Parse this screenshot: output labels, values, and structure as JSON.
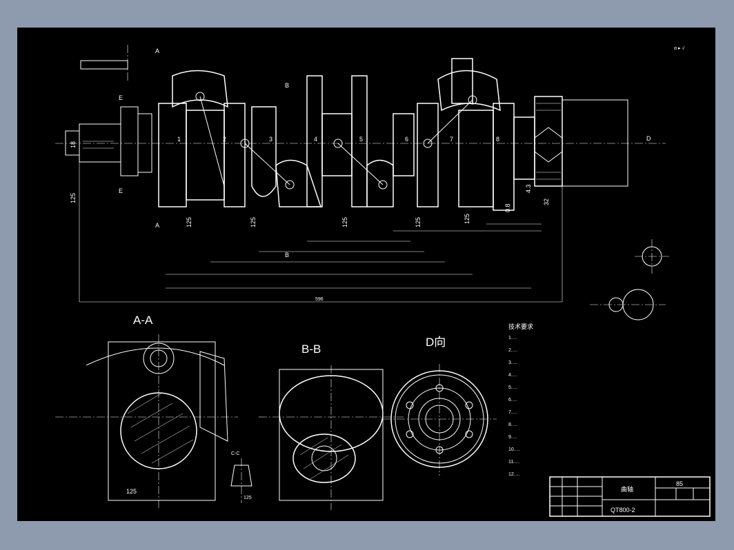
{
  "corner_mark": "α ▸ √",
  "main_view": {
    "labels": [
      "A",
      "A",
      "B",
      "B",
      "E",
      "E",
      "D"
    ],
    "journal_numbers": [
      "1",
      "2",
      "3",
      "4",
      "5",
      "6",
      "7",
      "8"
    ],
    "dims": [
      "125",
      "125",
      "125",
      "125",
      "125",
      "125",
      "32",
      "0.8",
      "4.3",
      "18",
      "596"
    ]
  },
  "section_titles": {
    "a_a": "A-A",
    "b_b": "B-B",
    "d_view": "D向",
    "c_c": "C-C"
  },
  "a_a_dim": "125",
  "c_c_dim": "125",
  "tech_requirements": {
    "title": "技术要求",
    "lines": [
      "1.…",
      "2.…",
      "3.…",
      "4.…",
      "5.…",
      "6.…",
      "7.…",
      "8.…",
      "9.…",
      "10.…",
      "11.…",
      "12.…"
    ]
  },
  "title_block": {
    "part_name": "曲轴",
    "material": "QT800-2",
    "score": "85"
  }
}
